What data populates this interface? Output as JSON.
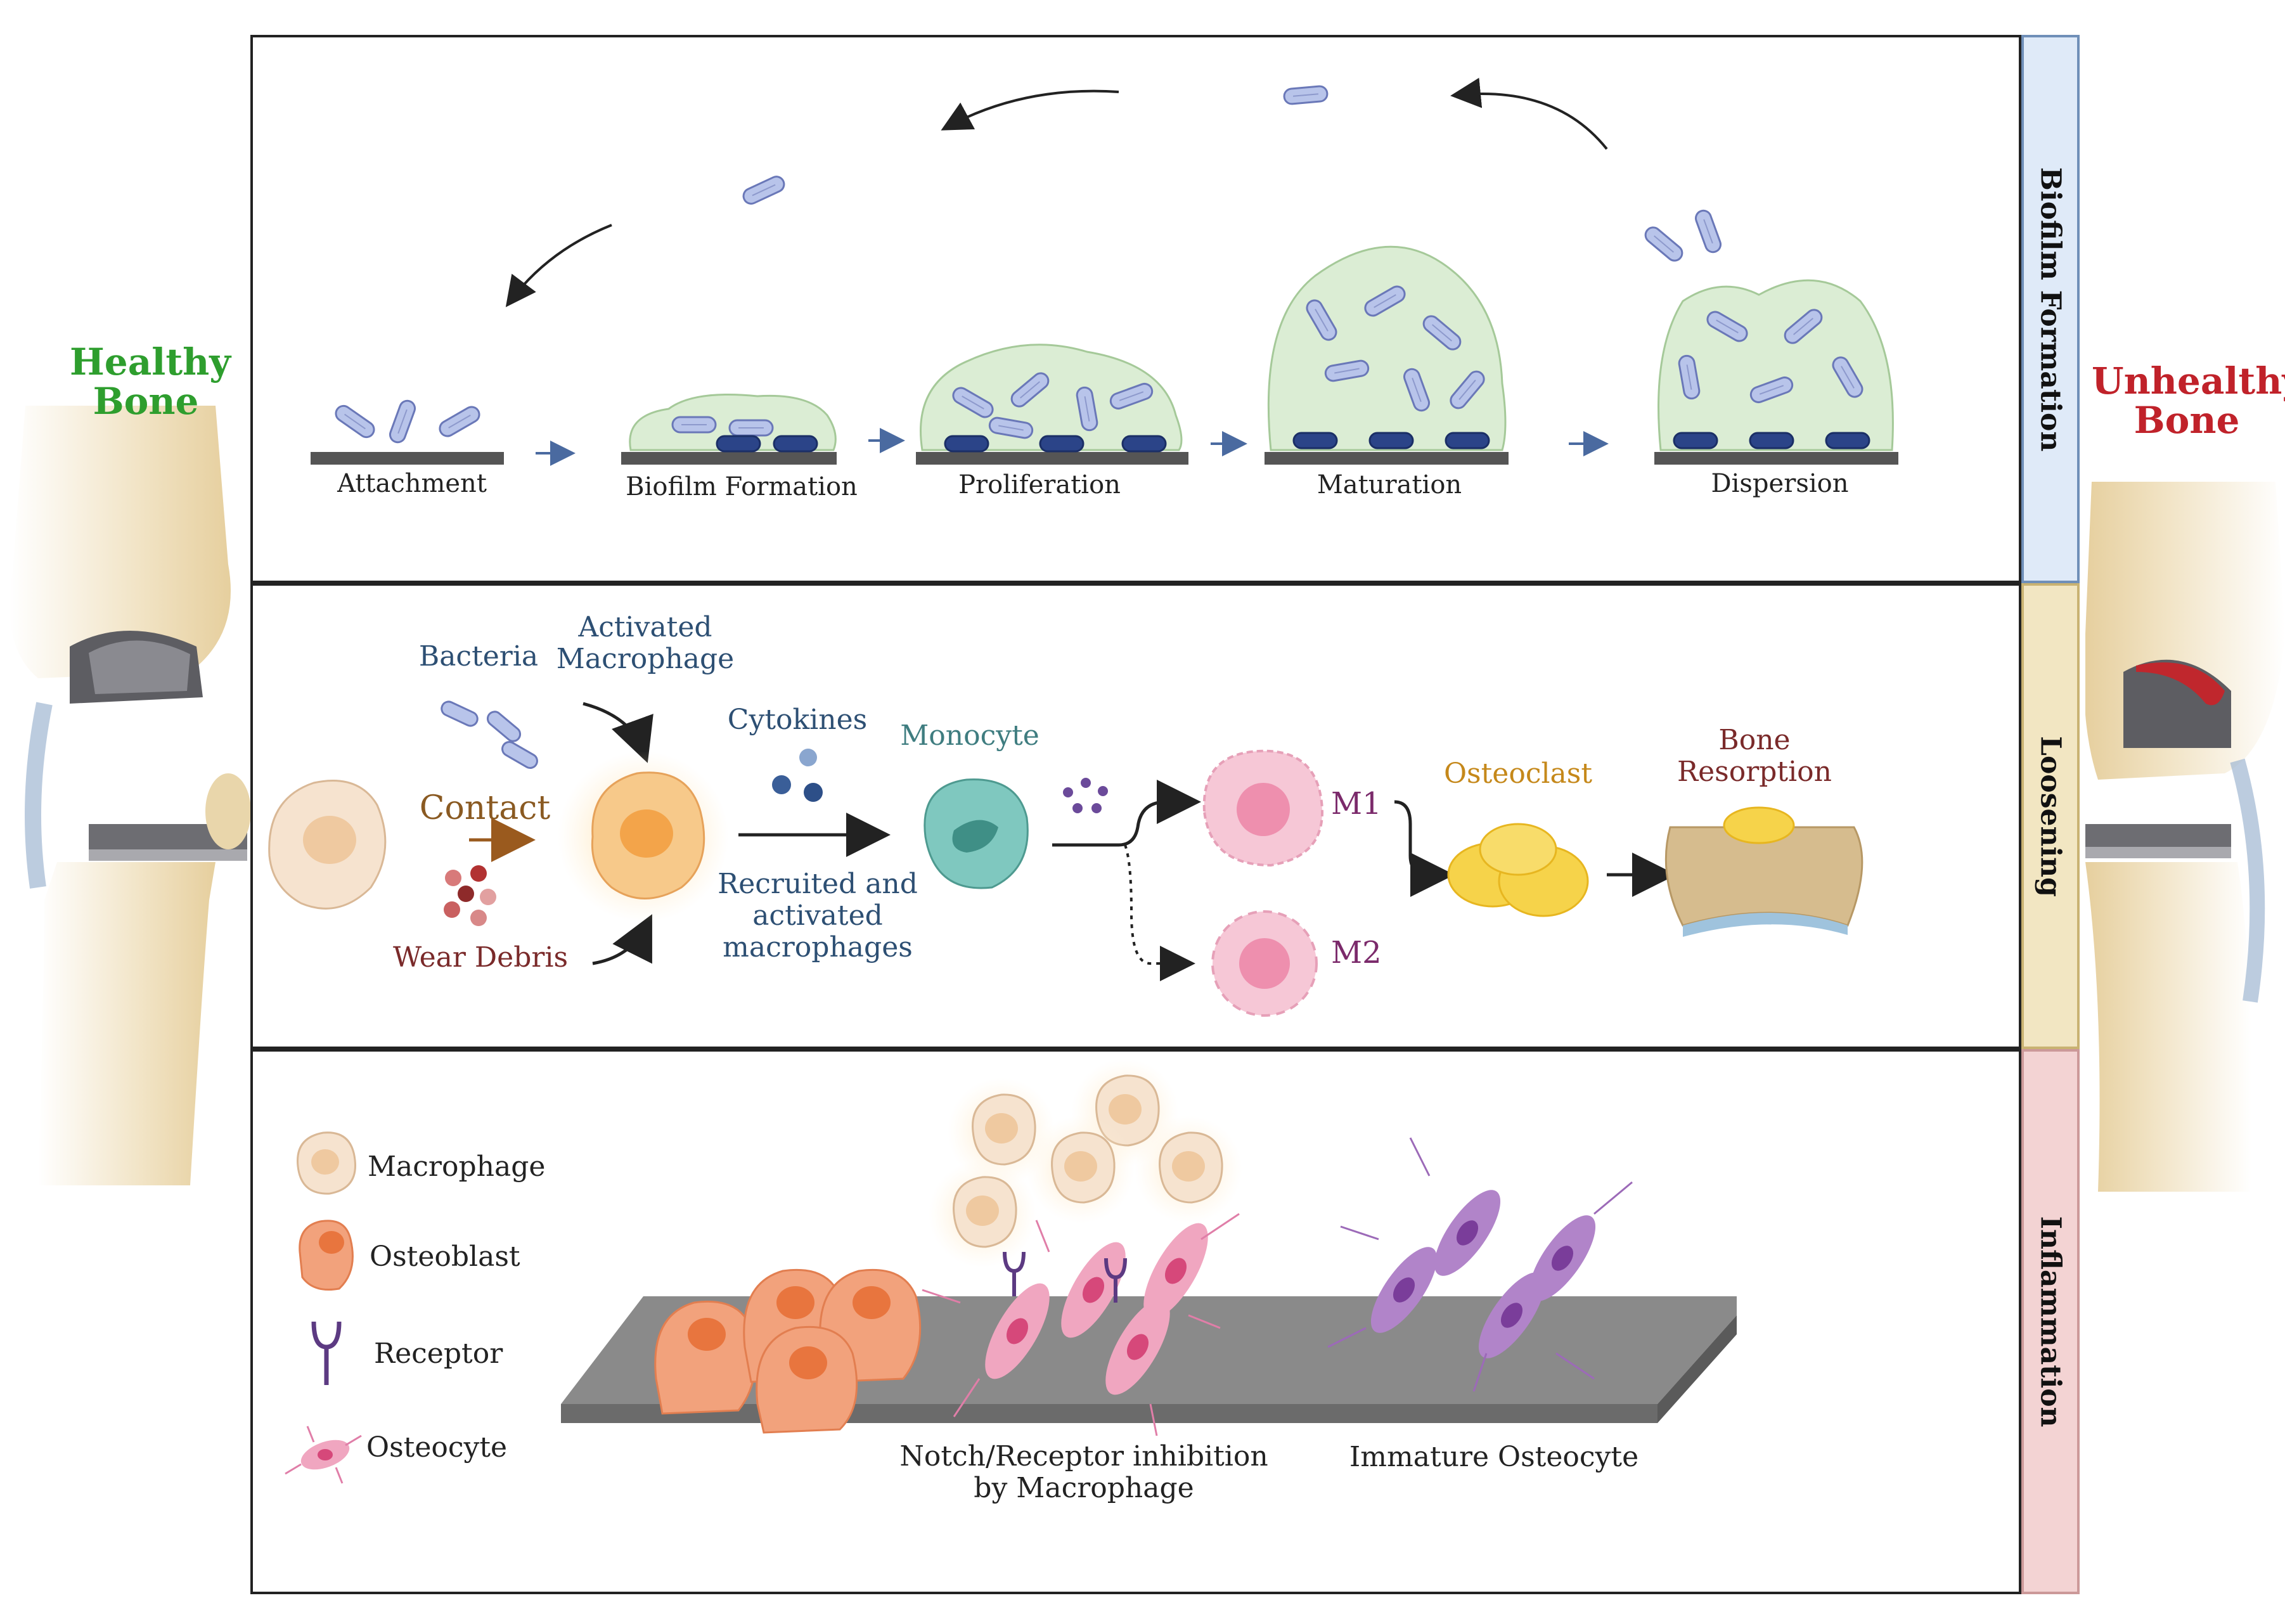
{
  "left_label": {
    "line1": "Healthy",
    "line2": "Bone",
    "color": "#2e9e2e"
  },
  "right_label": {
    "line1": "Unhealthy",
    "line2": "Bone",
    "color": "#c0222a"
  },
  "tabs": [
    {
      "label": "Biofilm Formation",
      "color": "#dfeaf8"
    },
    {
      "label": "Loosening",
      "color": "#f2e6c2"
    },
    {
      "label": "Inflammation",
      "color": "#f3d3d3"
    }
  ],
  "biofilm": {
    "stages": [
      "Attachment",
      "Biofilm Formation",
      "Proliferation",
      "Maturation",
      "Dispersion"
    ]
  },
  "loosening": {
    "bacteria": "Bacteria",
    "activated_macrophage": {
      "line1": "Activated",
      "line2": "Macrophage"
    },
    "contact": "Contact",
    "wear_debris": "Wear Debris",
    "cytokines": "Cytokines",
    "monocyte": "Monocyte",
    "recruited": {
      "line1": "Recruited and",
      "line2": "activated",
      "line3": "macrophages"
    },
    "m1": "M1",
    "m2": "M2",
    "osteoclast": "Osteoclast",
    "bone_resorption": {
      "line1": "Bone",
      "line2": "Resorption"
    }
  },
  "inflammation": {
    "legend": [
      {
        "label": "Macrophage",
        "icon": "macrophage-icon"
      },
      {
        "label": "Osteoblast",
        "icon": "osteoblast-icon"
      },
      {
        "label": "Receptor",
        "icon": "receptor-icon"
      },
      {
        "label": "Osteocyte",
        "icon": "osteocyte-icon"
      }
    ],
    "notch": {
      "line1": "Notch/Receptor inhibition",
      "line2": "by Macrophage"
    },
    "immature": "Immature Osteocyte"
  }
}
